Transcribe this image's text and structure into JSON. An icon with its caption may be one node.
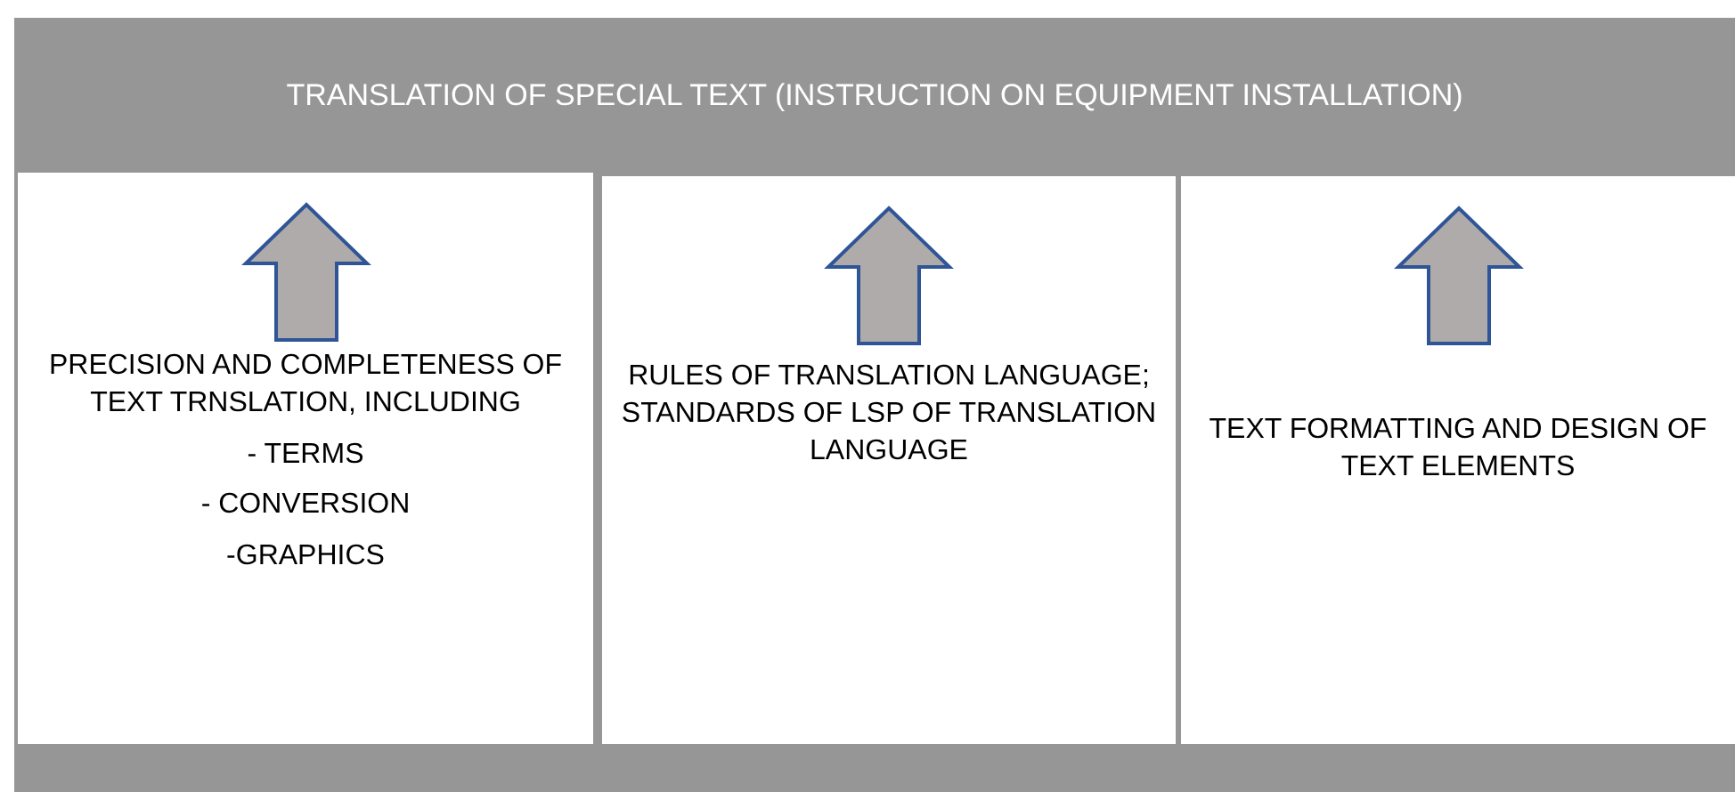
{
  "diagram": {
    "nodes": [
      {
        "text": [
          "TRANSLATION OF SPECIAL TEXT (INSTRUCTION ON EQUIPMENT INSTALLATION)"
        ]
      },
      {
        "text": [
          "PRECISION AND COMPLETENESS OF TEXT TRNSLATION, INCLUDING",
          "- TERMS",
          "- CONVERSION",
          "-GRAPHICS"
        ]
      },
      {
        "text": [
          "RULES OF TRANSLATION LANGUAGE; STANDARDS OF LSP OF TRANSLATION LANGUAGE"
        ]
      },
      {
        "text": [
          "TEXT FORMATTING AND DESIGN OF TEXT ELEMENTS"
        ]
      }
    ]
  }
}
